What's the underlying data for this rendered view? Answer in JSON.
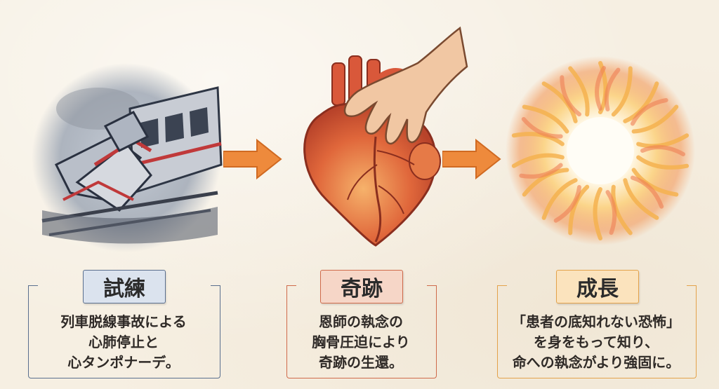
{
  "stages": [
    {
      "label": "試練",
      "lines": [
        "列車脱線事故による",
        "心肺停止と",
        "心タンポナーデ。"
      ],
      "accent": "#5a6f8e",
      "label_bg": "#dbe3ee",
      "icon": "train-wreck-icon"
    },
    {
      "label": "奇跡",
      "lines": [
        "恩師の執念の",
        "胸骨圧迫により",
        "奇跡の生還。"
      ],
      "accent": "#cf6a4a",
      "label_bg": "#f6d6c7",
      "icon": "heart-with-hand-icon"
    },
    {
      "label": "成長",
      "lines": [
        "「患者の底知れない恐怖」",
        "を身をもって知り、",
        "命への執念がより強固に。"
      ],
      "accent": "#e3a24a",
      "label_bg": "#fbe3bd",
      "icon": "sun-burst-icon"
    }
  ],
  "arrow_color": "#ee8a3c"
}
